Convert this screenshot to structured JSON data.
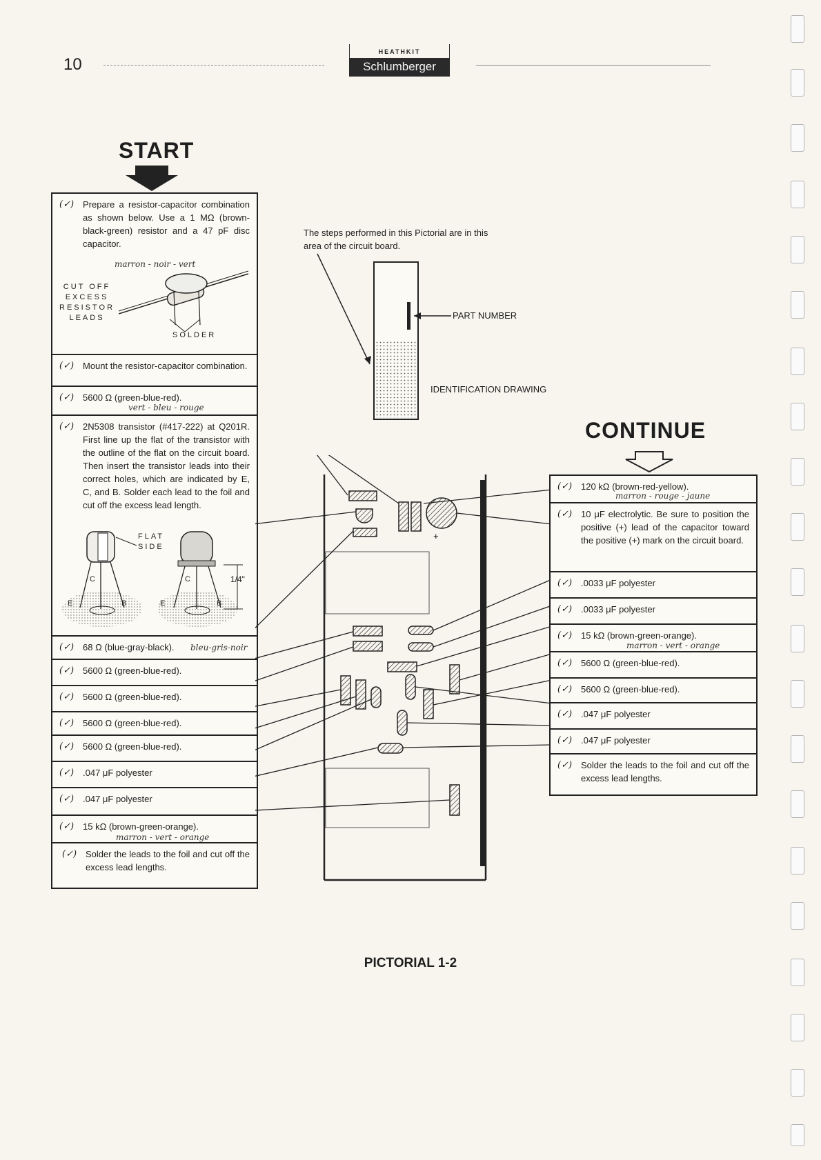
{
  "header": {
    "page_number": "10",
    "brand_small": "HEATHKIT",
    "brand_large": "Schlumberger"
  },
  "start": {
    "title": "START"
  },
  "continue": {
    "title": "CONTINUE"
  },
  "left_panel": {
    "step1": {
      "check": "(✓)",
      "text": "Prepare a resistor-capacitor combination as shown below. Use a 1 MΩ (brown-black-green) resistor and a 47 pF disc capacitor.",
      "handwriting": "marron - noir - vert"
    },
    "figure1": {
      "cut_label": "CUT OFF\nEXCESS\nRESISTOR\nLEADS",
      "solder_label": "SOLDER"
    },
    "step2": {
      "check": "(✓)",
      "text": "Mount the resistor-capacitor combination."
    },
    "step3": {
      "check": "(✓)",
      "text": "5600 Ω (green-blue-red).",
      "handwriting": "vert - bleu - rouge"
    },
    "step4": {
      "check": "(✓)",
      "text": "2N5308 transistor (#417-222) at Q201R. First line up the flat of the transistor with the outline of the flat on the circuit board. Then insert the transistor leads into their correct holes, which are indicated by E, C, and B. Solder each lead to the foil and cut off the excess lead length."
    },
    "figure2": {
      "flat_label": "FLAT\nSIDE",
      "dim_label": "1/4\"",
      "pin_e": "E",
      "pin_c": "C",
      "pin_b": "B"
    },
    "step5": {
      "check": "(✓)",
      "text": "68 Ω (blue-gray-black).",
      "handwriting": "bleu-gris-noir"
    },
    "step6": {
      "check": "(✓)",
      "text": "5600 Ω (green-blue-red)."
    },
    "step7": {
      "check": "(✓)",
      "text": "5600 Ω (green-blue-red)."
    },
    "step8": {
      "check": "(✓)",
      "text": "5600 Ω (green-blue-red)."
    },
    "step9": {
      "check": "(✓)",
      "text": "5600 Ω (green-blue-red)."
    },
    "step10": {
      "check": "(✓)",
      "text": ".047 μF polyester"
    },
    "step11": {
      "check": "(✓)",
      "text": ".047 μF polyester"
    },
    "step12": {
      "check": "(✓)",
      "text": "15 kΩ (brown-green-orange).",
      "handwriting": "marron - vert - orange"
    },
    "step13": {
      "check": "(✓)",
      "text": "Solder the leads to the foil and cut off the excess lead lengths."
    }
  },
  "center": {
    "note": "The steps performed in this Pictorial are in this area of the circuit board.",
    "part_number": "PART NUMBER",
    "identification": "IDENTIFICATION DRAWING",
    "plus_sign": "+"
  },
  "right_panel": {
    "step1": {
      "check": "(✓)",
      "text": "120 kΩ (brown-red-yellow).",
      "handwriting": "marron - rouge - jaune"
    },
    "step2": {
      "check": "(✓)",
      "text": "10 μF electrolytic. Be sure to position the positive (+) lead of the capacitor toward the positive (+) mark on the circuit board."
    },
    "step3": {
      "check": "(✓)",
      "text": ".0033 μF polyester"
    },
    "step4": {
      "check": "(✓)",
      "text": ".0033 μF polyester"
    },
    "step5": {
      "check": "(✓)",
      "text": "15 kΩ (brown-green-orange).",
      "handwriting": "marron - vert - orange"
    },
    "step6": {
      "check": "(✓)",
      "text": "5600 Ω (green-blue-red)."
    },
    "step7": {
      "check": "(✓)",
      "text": "5600 Ω (green-blue-red)."
    },
    "step8": {
      "check": "(✓)",
      "text": ".047 μF polyester"
    },
    "step9": {
      "check": "(✓)",
      "text": ".047 μF polyester"
    },
    "step10": {
      "check": "(✓)",
      "text": "Solder the leads to the foil and cut off the excess lead lengths."
    }
  },
  "footer": {
    "title": "PICTORIAL 1-2"
  }
}
